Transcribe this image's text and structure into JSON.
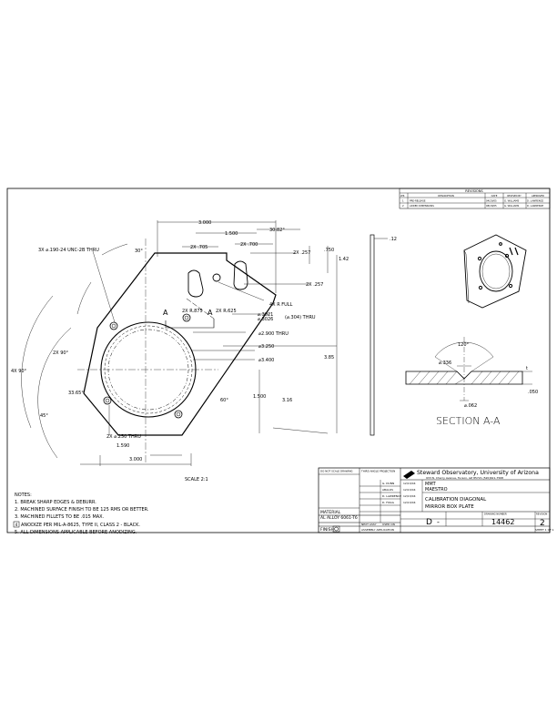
{
  "revisions": {
    "title": "REVISIONS",
    "headers": [
      "LTR",
      "DESCRIPTION",
      "DATE",
      "REVISED BY",
      "APPROVED"
    ],
    "rows": [
      [
        "1",
        "PRE-RELEASE",
        "04/20/05",
        "G. WILLIAMS",
        "D. LAWRENCE"
      ],
      [
        "2",
        "ADDED DIMENSIONS",
        "08/18/05",
        "G. WILLIAMS",
        "D. LAWRENCE"
      ]
    ]
  },
  "dims": {
    "d3000_top": "3.000",
    "d1500_top": "1.500",
    "ang30_82": "30.82°",
    "d2x705": "2X .705",
    "d2x700": "2X .700",
    "d2x257a": "2X .257",
    "d750": ".750",
    "d142": "1.42",
    "d2x257b": "2X .257",
    "d12": ".12",
    "tap": "3X ⌀.190-24 UNC-2B THRU",
    "ang30": "30°",
    "r875": "2X R.875",
    "r625": "2X R.625",
    "rfull": "4X R FULL",
    "hole_a1": "⌀.3021",
    "hole_a2": "⌀.3026",
    "hole_a3": "(⌀.304) THRU",
    "d2900": "⌀2.900 THRU",
    "d3250": "⌀3.250",
    "d3400": "⌀3.400",
    "d385": "3.85",
    "ang2x90": "2X 90°",
    "ang4x90": "4X 90°",
    "ang33": "33.65°",
    "ang45": "45°",
    "ang60": "60°",
    "d1500_v": "1.500",
    "d316": "3.16",
    "d2x250": "2X ⌀.250 THRU",
    "d1590": "1.590",
    "d3000_bot": "3.000",
    "sec_a1": "A",
    "sec_a2": "A",
    "scale": "SCALE 2:1"
  },
  "section": {
    "title": "SECTION A-A",
    "angle": "120°",
    "d336": "⌀.336",
    "d062": "⌀.062",
    "d050": ".050",
    "t": "t"
  },
  "notes": {
    "heading": "NOTES:",
    "items": [
      "1. BREAK SHARP EDGES & DEBURR.",
      "2. MACHINED SURFACE FINISH TO BE 125 RMS OR BETTER.",
      "3. MACHINED FILLETS TO BE .015 MAX.",
      "ANODIZE PER MIL-A-8625, TYPE II, CLASS 2 - BLACK.",
      "5. ALL DIMENSIONS APPLICABLE BEFORE ANODIZING."
    ],
    "note4_num": "4"
  },
  "title_block": {
    "org": "Steward Observatory, University of Arizona",
    "address": "933 N. Cherry Avenue, Tucson, AZ 85721 (520)621-7568",
    "do_not_scale": "DO NOT SCALE DRAWING",
    "third_angle": "THIRD ANGLE PROJECTION",
    "material_label": "MATERIAL",
    "material": "AL ALLOY 6061-T6",
    "finish_label": "FINISH",
    "project1": "MMT",
    "project2": "MAESTRO",
    "title1": "CALIBRATION DIAGONAL",
    "title2": "MIRROR BOX PLATE",
    "size": "D",
    "dwg_no_label": "DRAWING NUMBER",
    "dwg_no": "14462",
    "rev_label": "REVISION",
    "rev": "2",
    "sheet": "SHEET 1 OF 1",
    "next_assy": "NEXT ASSY",
    "used_on": "USED ON",
    "application": "ASSEMBLY APPLICATION",
    "drawn_by": "G. DUNN",
    "drawn_date": "12/13/04",
    "checked_by": "ABALOS",
    "checked_date": "12/13/04",
    "eng_by": "D. LAWRENCE",
    "eng_date": "12/13/04",
    "appr_by": "D. FOGG",
    "appr_date": "12/13/04",
    "dash": "-"
  }
}
